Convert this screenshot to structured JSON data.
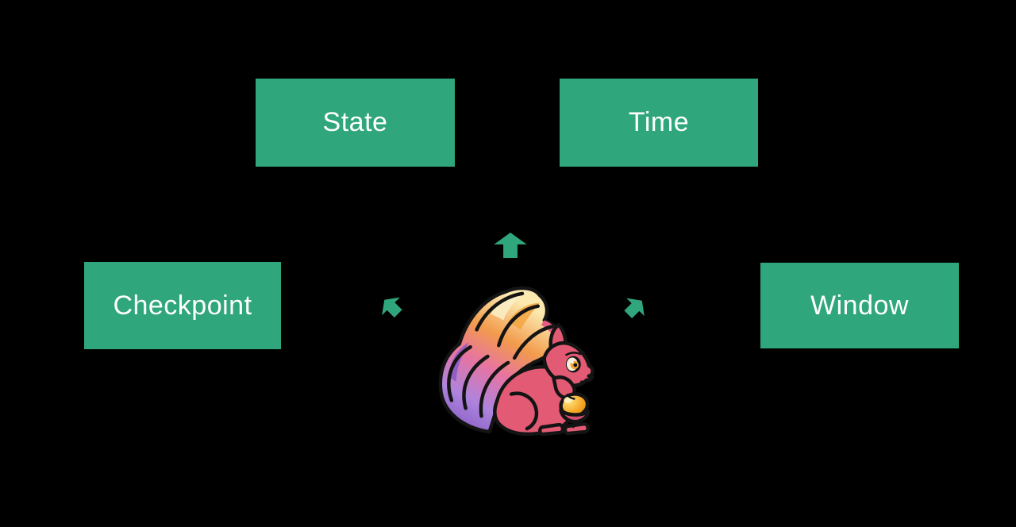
{
  "colors": {
    "background": "#000000",
    "accent_green": "#2FA67C",
    "label_text": "#FFFFFF",
    "squirrel_body": "#E25A73",
    "acorn_gold": "#F5A623",
    "tail_purple": "#7C53BE",
    "tail_lavender": "#AE84DD",
    "tail_pink": "#E774A2",
    "tail_orange": "#F29B4C",
    "tail_cream": "#FBE9B0"
  },
  "diagram": {
    "boxes": [
      {
        "id": "state",
        "label": "State"
      },
      {
        "id": "time",
        "label": "Time"
      },
      {
        "id": "checkpoint",
        "label": "Checkpoint"
      },
      {
        "id": "window",
        "label": "Window"
      }
    ],
    "icons": {
      "center": "flink-squirrel-logo",
      "arrow_up": "up-arrow",
      "arrow_up_left": "up-left-arrow",
      "arrow_up_right": "up-right-arrow"
    }
  }
}
